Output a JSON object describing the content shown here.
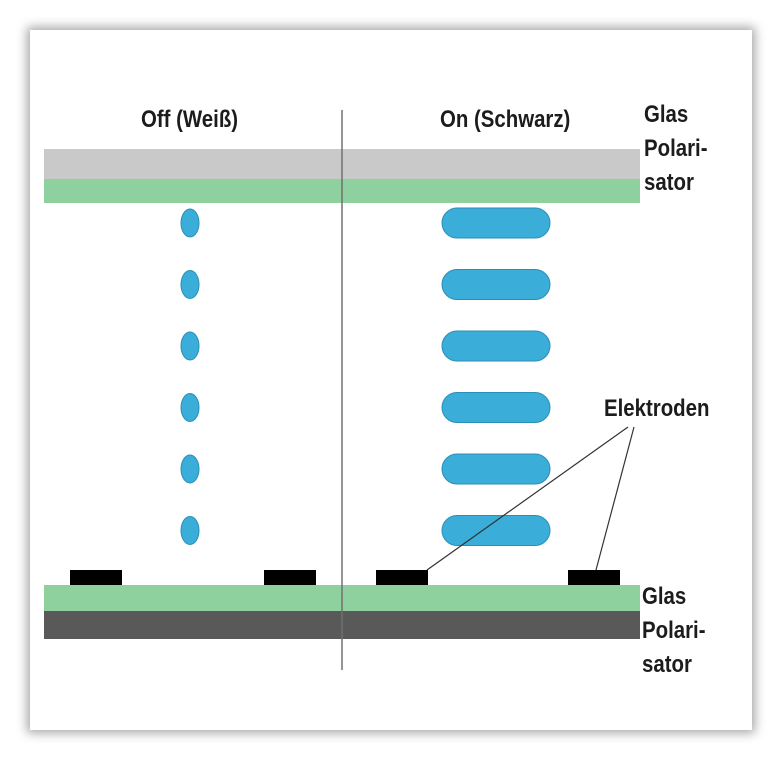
{
  "labels": {
    "off": "Off (Weiß)",
    "on": "On (Schwarz)",
    "top_glass": "Glas",
    "top_polarizer_line1": "Polari-",
    "top_polarizer_line2": "sator",
    "electrodes": "Elektroden",
    "bottom_glass": "Glas",
    "bottom_polarizer_line1": "Polari-",
    "bottom_polarizer_line2": "sator"
  },
  "colors": {
    "top_polarizer": "#c9c9c9",
    "glass": "#8fd19e",
    "bottom_polarizer": "#595959",
    "crystal": "#3aaed8",
    "electrode": "#000000",
    "divider": "#707070"
  },
  "molecules": {
    "off_state_count": 6,
    "on_state_count": 6
  },
  "electrodes": {
    "count": 4
  }
}
